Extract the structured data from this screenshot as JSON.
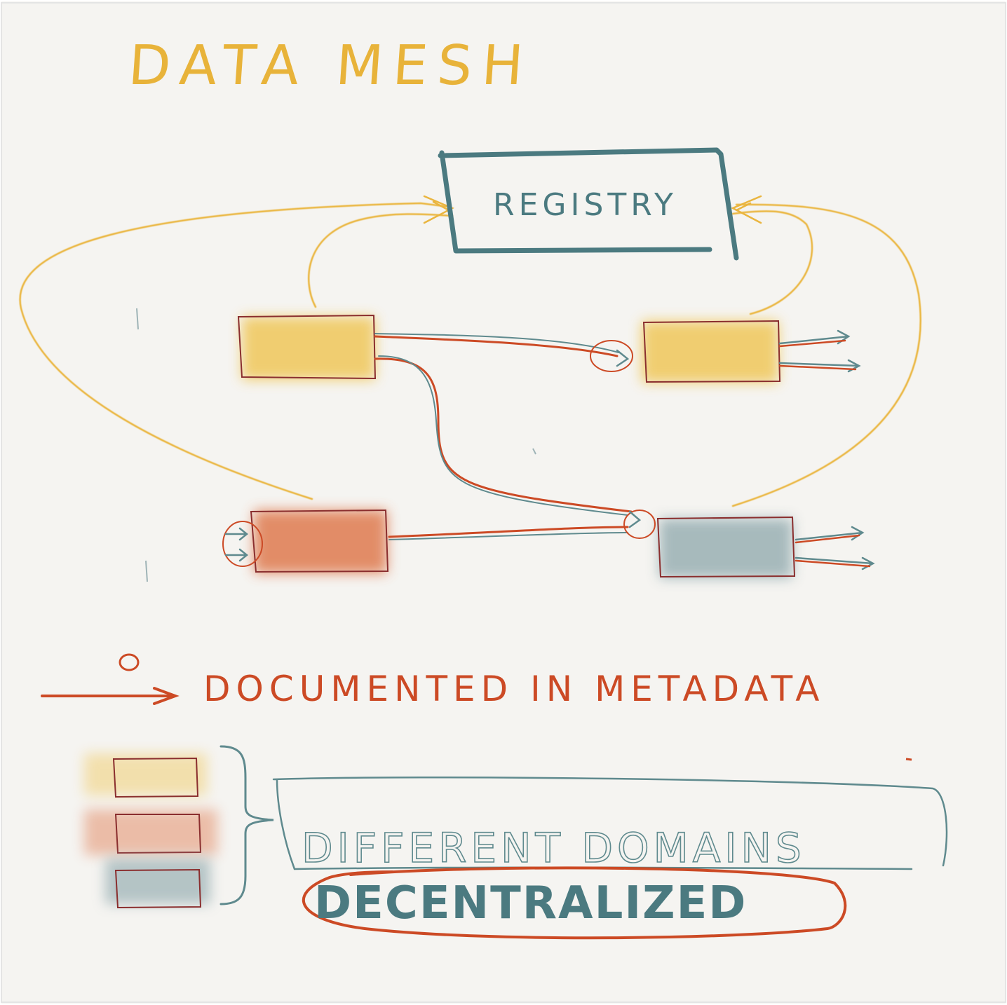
{
  "title": "DATA MESH",
  "registry_label": "REGISTRY",
  "legend": {
    "note": "DOCUMENTED IN METADATA",
    "different_domains": "DIFFERENT DOMAINS",
    "decentralized": "DECENTRALIZED"
  },
  "colors": {
    "paper": "#f5f4f1",
    "title_yellow": "#e8b33a",
    "registry_teal": "#4b7a80",
    "domain_yellow": "#f0c75a",
    "domain_orange": "#df7a4f",
    "domain_grey": "#9fb4b7",
    "line_red": "#cc4a25",
    "line_teal": "#5f8a8e",
    "line_yellow": "#eab53e"
  },
  "icons": {
    "metadata_symbol": "circle-with-arrow",
    "output_arrows": "arrow-right"
  }
}
